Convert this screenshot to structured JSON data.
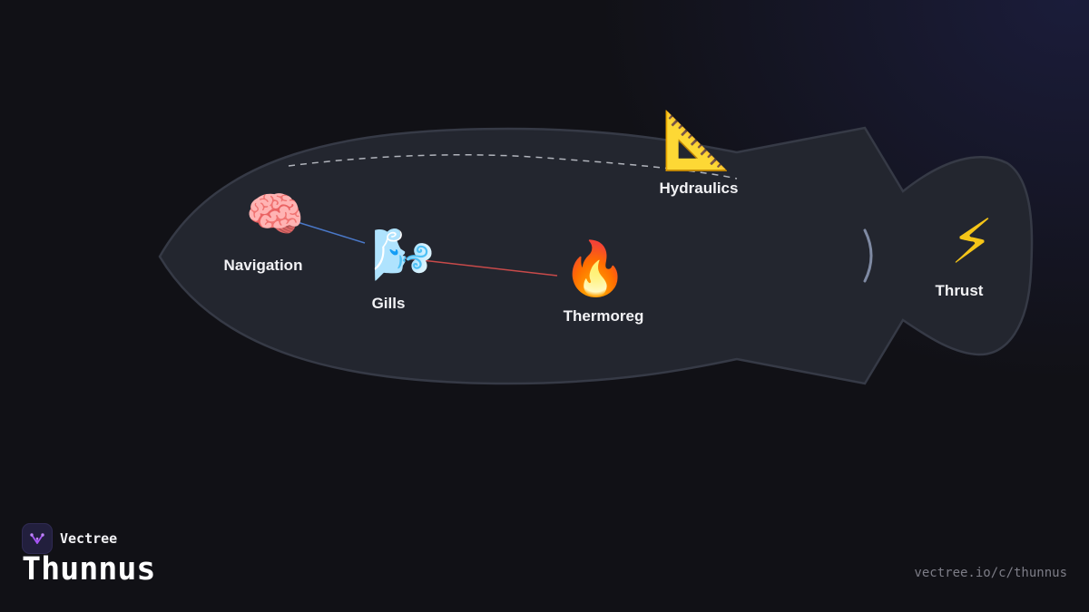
{
  "brand": {
    "name": "Vectree",
    "accent_color": "#a855f7",
    "logo_icon": "vectree-logo-icon"
  },
  "page_title": "Thunnus",
  "footer_url": "vectree.io/c/thunnus",
  "colors": {
    "background": "#111116",
    "body_fill": "#23262f",
    "body_stroke": "#363a46",
    "dashed_line": "#c9ccd4",
    "link_blue": "#4a78c8",
    "link_red": "#c84a4a",
    "gill_arc": "#7f8aa3"
  },
  "organs": [
    {
      "id": "navigation",
      "label": "Navigation",
      "icon": "brain-icon",
      "glyph": "🧠"
    },
    {
      "id": "gills",
      "label": "Gills",
      "icon": "wind-face-icon",
      "glyph": "🌬️"
    },
    {
      "id": "thermoreg",
      "label": "Thermoreg",
      "icon": "fire-icon",
      "glyph": "🔥"
    },
    {
      "id": "hydraulics",
      "label": "Hydraulics",
      "icon": "triangular-ruler-icon",
      "glyph": "📐"
    },
    {
      "id": "thrust",
      "label": "Thrust",
      "icon": "lightning-icon",
      "glyph": "⚡"
    }
  ]
}
